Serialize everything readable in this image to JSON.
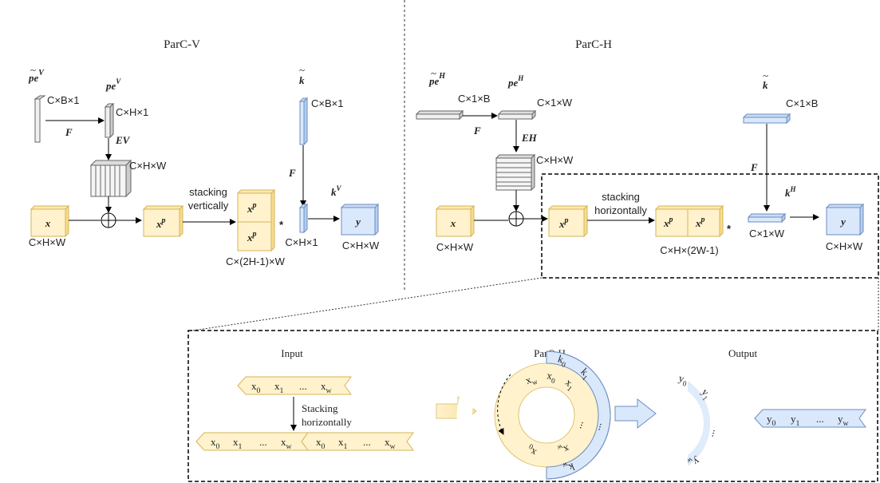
{
  "parc_v": {
    "title": "ParC-V",
    "pe_tilde_label": "pe",
    "pe_tilde_sup": "V",
    "pe_label": "pe",
    "pe_sup": "V",
    "pe_tilde_dim": "C×B×1",
    "pe_dim": "C×H×1",
    "f_label": "F",
    "ev_label": "EV",
    "expanded_dim": "C×H×W",
    "x_label": "x",
    "x_dim": "C×H×W",
    "xp_label": "x",
    "xp_sup": "p",
    "stacking_line1": "stacking",
    "stacking_line2": "vertically",
    "stack_dim": "C×(2H-1)×W",
    "k_tilde_label": "k",
    "k_tilde_dim": "C×B×1",
    "kv_label": "k",
    "kv_sup": "V",
    "kv_dim": "C×H×1",
    "star": "*",
    "y_label": "y",
    "y_dim": "C×H×W"
  },
  "parc_h": {
    "title": "ParC-H",
    "pe_tilde_label": "pe",
    "pe_tilde_sup": "H",
    "pe_label": "pe",
    "pe_sup": "H",
    "pe_tilde_dim": "C×1×B",
    "pe_dim": "C×1×W",
    "f_label": "F",
    "eh_label": "EH",
    "expanded_dim": "C×H×W",
    "x_label": "x",
    "x_dim": "C×H×W",
    "xp_label": "x",
    "xp_sup": "p",
    "stacking_line1": "stacking",
    "stacking_line2": "horizontally",
    "stack_dim": "C×H×(2W-1)",
    "k_tilde_label": "k",
    "k_tilde_dim": "C×1×B",
    "f2_label": "F",
    "kh_label": "k",
    "kh_sup": "H",
    "kh_dim": "C×1×W",
    "star": "*",
    "y_label": "y",
    "y_dim": "C×H×W"
  },
  "detail": {
    "input_title": "Input",
    "parc_title": "ParC-H",
    "output_title": "Output",
    "stacking_line1": "Stacking",
    "stacking_line2": "horizontally",
    "input_seq": [
      "x",
      "x",
      "...",
      "x"
    ],
    "input_subs": [
      "0",
      "1",
      "",
      "w"
    ],
    "output_seq": [
      "y",
      "y",
      "...",
      "y"
    ],
    "output_subs": [
      "0",
      "1",
      "",
      "w"
    ],
    "ring_inner": [
      "x",
      "x",
      "x",
      "...",
      "x",
      "x"
    ],
    "ring_inner_subs": [
      "w",
      "0",
      "1",
      "",
      "w",
      "0"
    ],
    "ring_outer": [
      "k",
      "k",
      "...",
      "k"
    ],
    "ring_outer_subs": [
      "0",
      "1",
      "",
      "w"
    ],
    "arc_out": [
      "y",
      "y",
      "...",
      "y"
    ],
    "arc_out_subs": [
      "0",
      "1",
      "",
      "w"
    ]
  },
  "colors": {
    "yellow_fill": "#fff2cc",
    "yellow_stroke": "#d6b656",
    "blue_fill": "#dae8fc",
    "blue_stroke": "#6c8ebf",
    "gray_fill": "#f5f5f5",
    "gray_stroke": "#666666"
  }
}
